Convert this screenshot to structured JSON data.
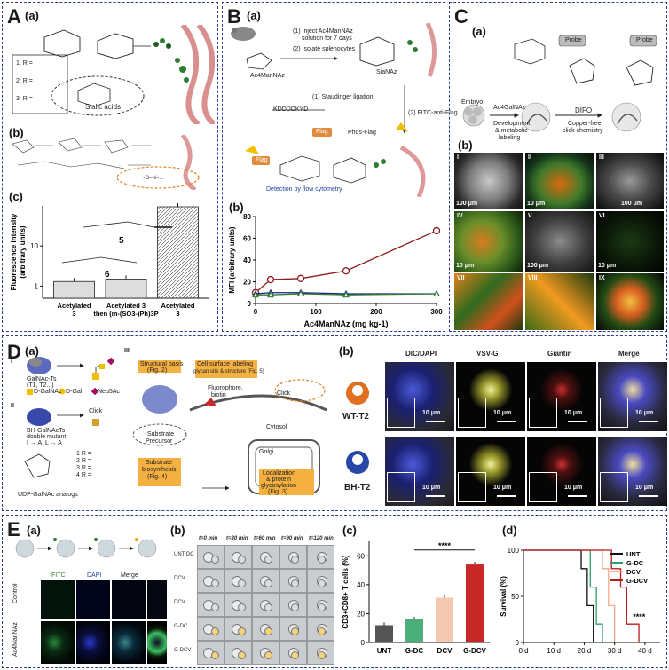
{
  "panels": {
    "A": {
      "letter": "A",
      "a": "(a)",
      "b": "(b)",
      "c": "(c)",
      "r1": "1: R =",
      "r2": "2: R =",
      "r3": "3: R =",
      "sialic": "Sialic acids",
      "chart": {
        "ylabel": "Fluorescence intensity",
        "ylabel2": "(arbitrary units)",
        "yticks": [
          "1",
          "10"
        ],
        "bars": [
          {
            "label1": "Acetylated",
            "label2": "3",
            "value": 1.3
          },
          {
            "label1": "Acetylated 3",
            "label2": "then (m-(SO3-)Ph)3P",
            "value": 1.5
          },
          {
            "label1": "Acetylated",
            "label2": "3",
            "value": 95
          }
        ],
        "comp5": "5",
        "comp6": "6"
      }
    },
    "B": {
      "letter": "B",
      "a": "(a)",
      "b": "(b)",
      "step1": "(1) Inject Ac4ManNAz",
      "step1b": "solution for 7 days",
      "step2": "(2) Isolate splenocytes",
      "sianaz": "SiaNAz",
      "ac4": "Ac4ManNAz",
      "staud": "(1) Staudinger ligation",
      "flag": "Flag",
      "phos": "Phos-Flag",
      "fitc": "(2) FITC-anti-Flag",
      "detect": "Detection by flow cytometry",
      "peptide": "KDDDDKYD",
      "chart": {
        "ylabel": "MFI (arbitrary units)",
        "xlabel": "Ac4ManNAz (mg kg-1)",
        "yticks": [
          "0",
          "20",
          "40",
          "60",
          "80"
        ],
        "xticks": [
          "0",
          "100",
          "200",
          "300"
        ]
      }
    },
    "C": {
      "letter": "C",
      "a": "(a)",
      "b": "(b)",
      "embryo": "Embryo",
      "ac4gal": "Ac4GalNAz",
      "dev": "Development",
      "met": "& metabolic",
      "lab": "labeling",
      "difo": "DIFO",
      "copper": "Copper-free",
      "click": "click chemistry",
      "probe": "Probe",
      "labels": [
        "I",
        "II",
        "III",
        "IV",
        "V",
        "VI",
        "VII",
        "VIII",
        "IX"
      ],
      "scales": [
        "100 μm",
        "10 μm",
        "100 μm",
        "10 μm",
        "100 μm",
        "10 μm"
      ]
    },
    "D": {
      "letter": "D",
      "a": "(a)",
      "b": "(b)",
      "i": "I",
      "ii": "II",
      "iii": "III",
      "galnac_ts": "GalNAc-Ts",
      "t1t2": "(T1, T2...)",
      "legend1": "D-GalNAc",
      "legend2": "D-Gal",
      "legend3": "Neu5Ac",
      "bh": "BH-GalNAcTs",
      "mutant": "double mutant",
      "mut2": "I → A, L → A",
      "click": "Click",
      "udp": "UDP-GalNAc analogs",
      "box1": "Structural basis",
      "box1b": "(Fig. 2)",
      "box2": "Cell surface labeling",
      "box2b": "glycan site & structure (Fig. 5)",
      "box3": "Substrate",
      "box3b": "biosynthesis",
      "box3c": "(Fig. 4)",
      "box4": "Localization",
      "box4b": "& protein",
      "box4c": "glycosylation",
      "box4d": "(Fig. 3)",
      "fluor": "Fluorophore,",
      "biotin": "biotin",
      "cytosol": "Cytosol",
      "golgi": "Golgi",
      "precursor": "Substrate",
      "precursor2": "Precursor",
      "r1": "1 R =",
      "r2": "2 R =",
      "r3": "3 R =",
      "r4": "4 R =",
      "cols": [
        "DIC/DAPI",
        "VSV-G",
        "Giantin",
        "Merge"
      ],
      "wt": "WT-T2",
      "bh2": "BH-T2",
      "scale": "10 μm"
    },
    "E": {
      "letter": "E",
      "a": "(a)",
      "b": "(b)",
      "c": "(c)",
      "d": "(d)",
      "fitc": "FITC",
      "dapi": "DAPI",
      "merge": "Merge",
      "control": "Control",
      "ac4man": "Ac4ManNAz",
      "times": [
        "t=0 min",
        "t=30 min",
        "t=60 min",
        "t=90 min",
        "t=120 min"
      ],
      "rows": [
        "UNT DC",
        "DCV",
        "DCV",
        "G-DC",
        "G-DCV"
      ],
      "cchart": {
        "ylabel": "CD3+CD8+ T cells (%)",
        "sig": "****",
        "yticks": [
          "0",
          "20",
          "40",
          "60"
        ],
        "bars": [
          {
            "name": "UNT",
            "value": 12,
            "color": "#555555"
          },
          {
            "name": "G-DC",
            "value": 16,
            "color": "#4caf7a"
          },
          {
            "name": "DCV",
            "value": 31,
            "color": "#f4c8b0"
          },
          {
            "name": "G-DCV",
            "value": 54,
            "color": "#c62828"
          }
        ]
      },
      "dchart": {
        "ylabel": "Survival (%)",
        "sig": "****",
        "yticks": [
          "0",
          "50",
          "100"
        ],
        "xticks": [
          "0 d",
          "10 d",
          "20 d",
          "30 d",
          "40 d"
        ],
        "legend": [
          {
            "name": "UNT",
            "color": "#111111"
          },
          {
            "name": "G-DC",
            "color": "#2e9e6a"
          },
          {
            "name": "DCV",
            "color": "#f3a98a"
          },
          {
            "name": "G-DCV",
            "color": "#b71c1c"
          }
        ]
      }
    }
  },
  "chart_data": [
    {
      "type": "bar",
      "categories": [
        "Acetylated 3",
        "Acetylated 3 then (m-(SO3-)Ph)3P",
        "Acetylated 3"
      ],
      "values": [
        1.3,
        1.5,
        95
      ],
      "ylabel": "Fluorescence intensity (arbitrary units)",
      "yscale": "log",
      "ylim": [
        0.5,
        100
      ]
    },
    {
      "type": "line",
      "xlabel": "Ac4ManNAz (mg kg-1)",
      "ylabel": "MFI (arbitrary units)",
      "xlim": [
        0,
        300
      ],
      "ylim": [
        0,
        80
      ],
      "series": [
        {
          "values": [
            [
              0,
              10
            ],
            [
              25,
              22
            ],
            [
              75,
              23
            ],
            [
              150,
              30
            ],
            [
              300,
              67
            ]
          ],
          "color": "#8b1a1a"
        },
        {
          "values": [
            [
              0,
              9
            ],
            [
              25,
              10
            ],
            [
              75,
              10
            ],
            [
              150,
              9
            ],
            [
              300,
              9
            ]
          ],
          "color": "#1a237e"
        },
        {
          "values": [
            [
              0,
              8
            ],
            [
              25,
              8
            ],
            [
              75,
              9
            ],
            [
              150,
              8
            ],
            [
              300,
              9
            ]
          ],
          "color": "#2e7d32"
        }
      ]
    },
    {
      "type": "bar",
      "categories": [
        "UNT",
        "G-DC",
        "DCV",
        "G-DCV"
      ],
      "values": [
        12,
        16,
        31,
        54
      ],
      "ylabel": "CD3+CD8+ T cells (%)",
      "ylim": [
        0,
        70
      ]
    },
    {
      "type": "line",
      "xlabel": "",
      "ylabel": "Survival (%)",
      "xlim": [
        0,
        45
      ],
      "ylim": [
        0,
        100
      ],
      "series": [
        {
          "name": "UNT",
          "values": [
            [
              0,
              100
            ],
            [
              19,
              100
            ],
            [
              19,
              80
            ],
            [
              21,
              80
            ],
            [
              21,
              40
            ],
            [
              23,
              40
            ],
            [
              23,
              0
            ]
          ]
        },
        {
          "name": "G-DC",
          "values": [
            [
              0,
              100
            ],
            [
              22,
              100
            ],
            [
              22,
              60
            ],
            [
              24,
              60
            ],
            [
              24,
              20
            ],
            [
              26,
              20
            ],
            [
              26,
              0
            ]
          ]
        },
        {
          "name": "DCV",
          "values": [
            [
              0,
              100
            ],
            [
              26,
              100
            ],
            [
              26,
              80
            ],
            [
              28,
              80
            ],
            [
              28,
              40
            ],
            [
              30,
              40
            ],
            [
              30,
              0
            ]
          ]
        },
        {
          "name": "G-DCV",
          "values": [
            [
              0,
              100
            ],
            [
              29,
              100
            ],
            [
              29,
              80
            ],
            [
              32,
              80
            ],
            [
              32,
              60
            ],
            [
              34,
              60
            ],
            [
              34,
              20
            ],
            [
              38,
              20
            ],
            [
              38,
              0
            ]
          ]
        }
      ]
    }
  ]
}
